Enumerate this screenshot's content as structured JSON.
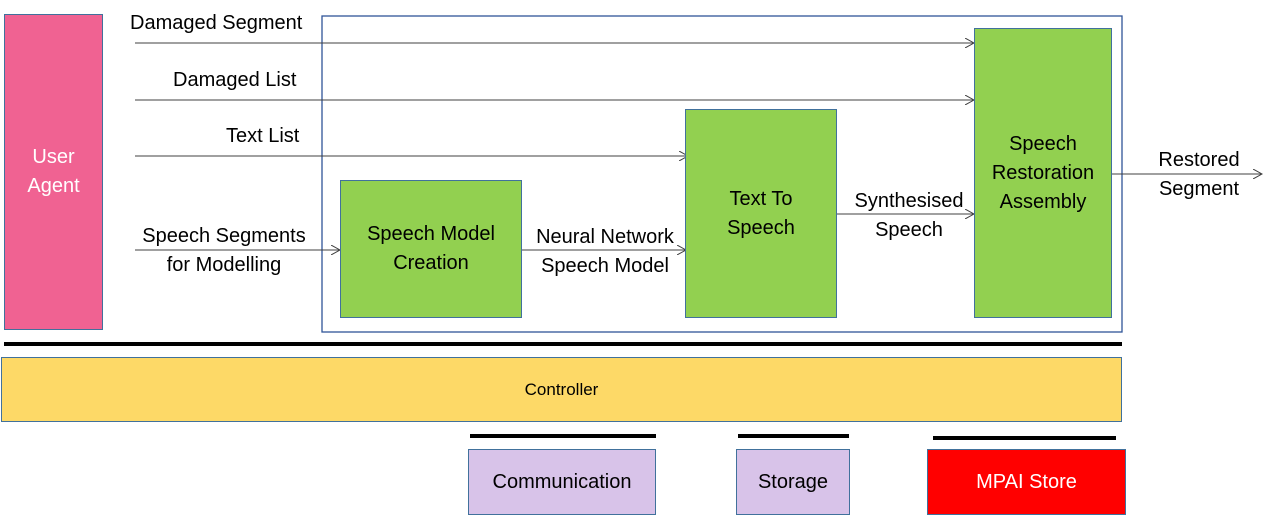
{
  "user_agent": {
    "label": "User\nAgent",
    "color": "#f06292"
  },
  "modules": {
    "speech_model_creation": "Speech Model\nCreation",
    "text_to_speech": "Text To\nSpeech",
    "speech_restoration_assembly": "Speech\nRestoration\nAssembly"
  },
  "inputs": {
    "damaged_segment": "Damaged Segment",
    "damaged_list": "Damaged List",
    "text_list": "Text List",
    "speech_segments": "Speech Segments\nfor Modelling"
  },
  "intermediate": {
    "neural_network_model": "Neural Network\nSpeech Model",
    "synthesised_speech": "Synthesised\nSpeech"
  },
  "outputs": {
    "restored_segment": "Restored\nSegment"
  },
  "infrastructure": {
    "controller": "Controller",
    "communication": "Communication",
    "storage": "Storage",
    "mpai_store": "MPAI Store"
  },
  "colors": {
    "module_fill": "#92d050",
    "controller_fill": "#fdd967",
    "service_fill": "#d8c3e9",
    "store_fill": "#ff0000",
    "container_border": "#2f5597"
  }
}
